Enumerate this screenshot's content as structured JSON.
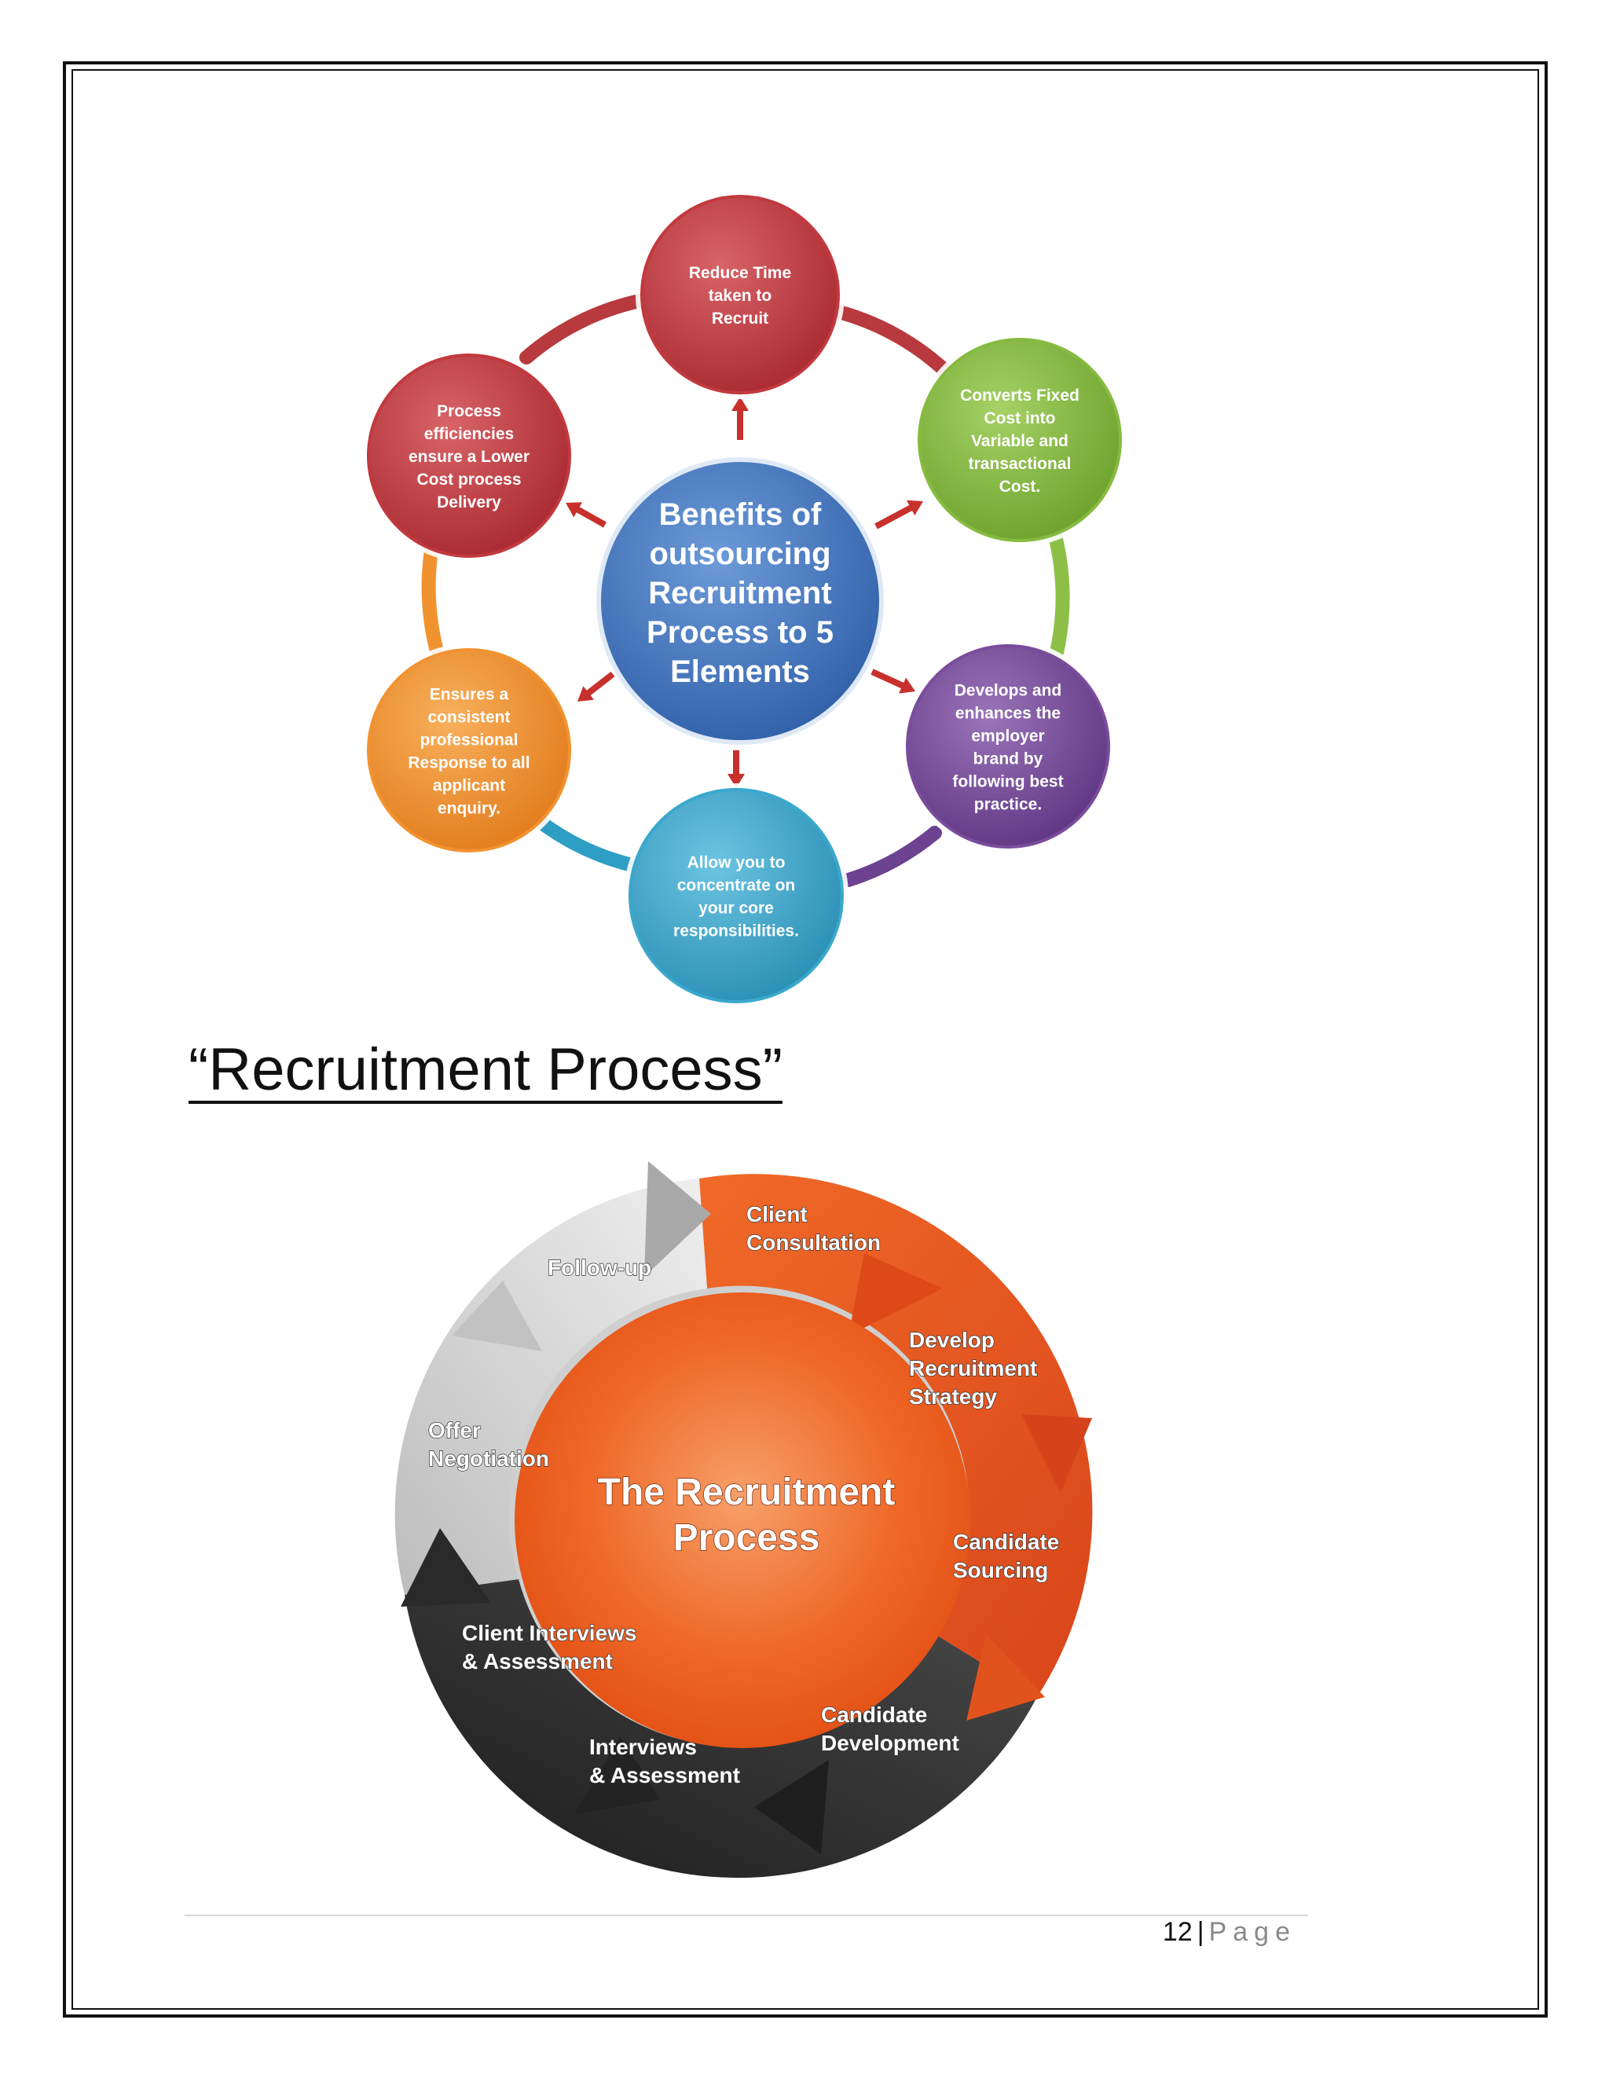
{
  "benefits_diagram": {
    "center_lines": [
      "Benefits of",
      "outsourcing",
      "Recruitment",
      "Process to 5",
      "Elements"
    ],
    "nodes": [
      {
        "lines": [
          "Reduce Time",
          "taken to",
          "Recruit"
        ],
        "color": "#c2393e"
      },
      {
        "lines": [
          "Converts Fixed",
          "Cost into",
          "Variable and",
          "transactional",
          "Cost."
        ],
        "color": "#86bb40"
      },
      {
        "lines": [
          "Develops and",
          "enhances the",
          "employer",
          "brand by",
          "following best",
          "practice."
        ],
        "color": "#7a4c9c"
      },
      {
        "lines": [
          "Allow you to",
          "concentrate on",
          "your core",
          "responsibilities."
        ],
        "color": "#3aa8cc"
      },
      {
        "lines": [
          "Ensures a",
          "consistent",
          "professional",
          "Response to all",
          "applicant",
          "enquiry."
        ],
        "color": "#f29230"
      },
      {
        "lines": [
          "Process",
          "efficiencies",
          "ensure a Lower",
          "Cost process",
          "Delivery"
        ],
        "color": "#c2393e"
      }
    ],
    "center_color": "#3d74c0",
    "arrow_color": "#c8302c"
  },
  "section_heading": "“Recruitment Process”",
  "process_diagram": {
    "center_lines": [
      "The Recruitment",
      "Process"
    ],
    "steps": [
      {
        "lines": [
          "Client",
          "Consultation"
        ]
      },
      {
        "lines": [
          "Develop",
          "Recruitment",
          "Strategy"
        ]
      },
      {
        "lines": [
          "Candidate",
          "Sourcing"
        ]
      },
      {
        "lines": [
          "Candidate",
          "Development"
        ]
      },
      {
        "lines": [
          "Interviews",
          "& Assessment"
        ]
      },
      {
        "lines": [
          "Client Interviews",
          "& Assessment"
        ]
      },
      {
        "lines": [
          "Offer",
          "Negotiation"
        ]
      },
      {
        "lines": [
          "Follow-up"
        ]
      }
    ],
    "accent_color": "#e8541e"
  },
  "footer": {
    "page_number": "12",
    "separator": "|",
    "page_label": "Page"
  }
}
